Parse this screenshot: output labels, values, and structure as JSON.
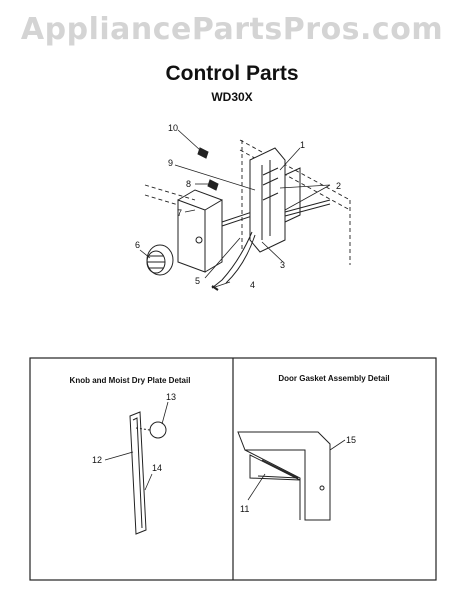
{
  "watermark": "AppliancePartsPros.com",
  "title": "Control Parts",
  "model": "WD30X",
  "callouts": [
    "1",
    "2",
    "3",
    "4",
    "5",
    "6",
    "7",
    "8",
    "9",
    "10"
  ],
  "detail_left": {
    "title": "Knob and Moist Dry Plate Detail",
    "callouts": [
      "12",
      "13",
      "14"
    ]
  },
  "detail_right": {
    "title": "Door Gasket Assembly Detail",
    "callouts": [
      "11",
      "15"
    ]
  },
  "footer_left": "",
  "footer_right": ""
}
